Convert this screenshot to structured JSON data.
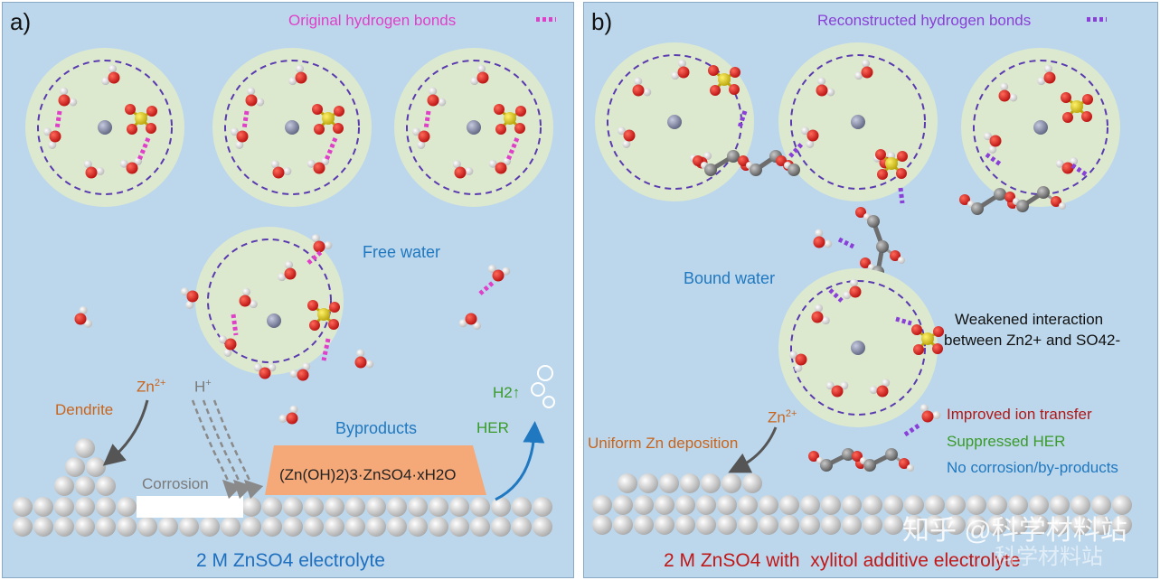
{
  "panel_a": {
    "letter": "a)",
    "legend_label": "Original hydrogen bonds",
    "free_water": "Free water",
    "dendrite": "Dendrite",
    "zn_ion": "Zn",
    "zn_charge": "2+",
    "h_ion": "H",
    "h_charge": "+",
    "corrosion": "Corrosion",
    "byproducts": "Byproducts",
    "byproduct_formula": "(Zn(OH)2)3·ZnSO4·xH2O",
    "her": "HER",
    "h2": "H2↑",
    "electrolyte": "2 M ZnSO4 electrolyte"
  },
  "panel_b": {
    "letter": "b)",
    "legend_label": "Reconstructed hydrogen bonds",
    "bound_water": "Bound water",
    "weakened_line1": "Weakened interaction",
    "weakened_line2": "between Zn2+ and SO42-",
    "zn_ion": "Zn",
    "zn_charge": "2+",
    "uniform": "Uniform Zn deposition",
    "improved": "Improved ion transfer",
    "suppressed": "Suppressed HER",
    "no_corrosion": "No corrosion/by-products",
    "electrolyte_prefix": "2 M ZnSO4 with",
    "electrolyte_suffix": "xylitol additive electrolyte"
  },
  "watermark": {
    "text1": "知乎 @科学材料站",
    "text2": "科学材料站"
  },
  "colors": {
    "background": "#bcd7ec",
    "solvation_shell": "#dde9cf",
    "original_hbond": "#e040c8",
    "reconstructed_hbond": "#8a3fd8",
    "zn_atom": "#8a8fa6",
    "oxygen": "#d62020",
    "sulfur": "#d6c61c",
    "carbon": "#7d7d7d",
    "byproduct_block": "#f5a878"
  }
}
